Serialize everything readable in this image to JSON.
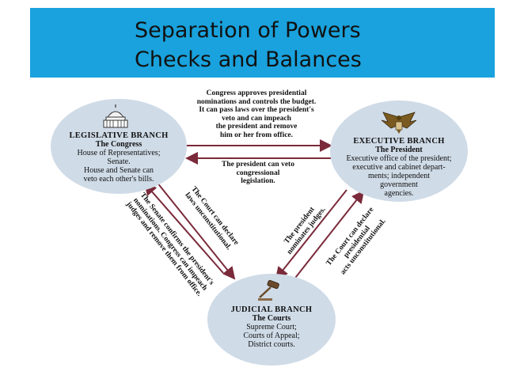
{
  "header": {
    "title_line1": "Separation of Powers",
    "title_line2": "Checks and Balances",
    "background": "#19a2dd"
  },
  "branches": {
    "legislative": {
      "title": "LEGISLATIVE BRANCH",
      "subtitle": "The Congress",
      "lines": [
        "House of Representatives;",
        "Senate.",
        "House and Senate can",
        "veto each other's bills."
      ],
      "icon": "capitol-icon"
    },
    "executive": {
      "title": "EXECUTIVE BRANCH",
      "subtitle": "The President",
      "lines": [
        "Executive office of the president;",
        "executive and cabinet depart-",
        "ments; independent",
        "government",
        "agencies."
      ],
      "icon": "eagle-seal-icon"
    },
    "judicial": {
      "title": "JUDICIAL BRANCH",
      "subtitle": "The Courts",
      "lines": [
        "Supreme Court;",
        "Courts of Appeal;",
        "District courts."
      ],
      "icon": "gavel-icon"
    }
  },
  "checks": {
    "congress_to_president": [
      "Congress approves presidential",
      "nominations and controls the budget.",
      "It can pass laws over the president's",
      "veto and can impeach",
      "the president and remove",
      "him or her from office."
    ],
    "president_to_congress": [
      "The president can veto",
      "congressional",
      "legislation."
    ],
    "senate_to_courts": [
      "The Senate confirms the president's",
      "nominations. Congress can impeach",
      "judges and remove them from office."
    ],
    "court_to_congress": [
      "The Court can declare",
      "laws unconstitutional."
    ],
    "president_to_courts": [
      "The president",
      "nominates judges."
    ],
    "court_to_president": [
      "The Court can declare",
      "presidential",
      "acts unconstitutional."
    ]
  },
  "colors": {
    "ellipse": "#cfdbe7",
    "arrow": "#7a2a3a"
  }
}
